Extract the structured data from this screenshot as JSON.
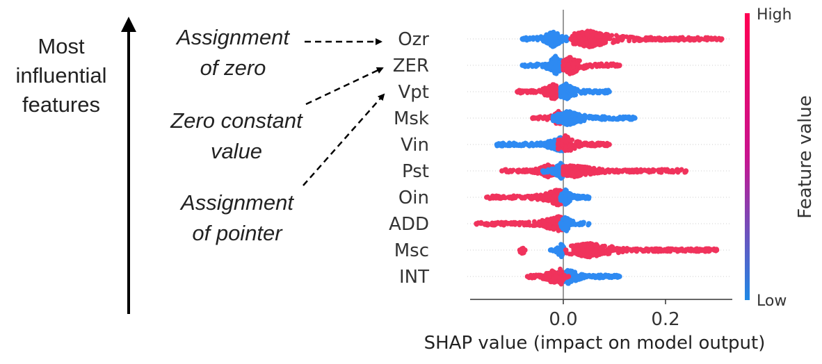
{
  "left_panel": {
    "title_line1": "Most",
    "title_line2": "influential",
    "title_line3": "features"
  },
  "annotations": {
    "a1_line1": "Assignment",
    "a1_line2": "of zero",
    "a2_line1": "Zero constant",
    "a2_line2": "value",
    "a3_line1": "Assignment",
    "a3_line2": "of pointer"
  },
  "colors": {
    "high": "#f0335c",
    "low": "#2e8af2",
    "axis": "#333333",
    "zero_line": "#999999"
  },
  "chart_data": {
    "type": "scatter",
    "subtype": "beeswarm",
    "xlabel": "SHAP value (impact on model output)",
    "x_ticks": [
      0.0,
      0.2
    ],
    "x_tick_labels": [
      "0.0",
      "0.2"
    ],
    "xlim": [
      -0.18,
      0.33
    ],
    "colorbar": {
      "title": "Feature value",
      "high_label": "High",
      "low_label": "Low"
    },
    "features": [
      {
        "name": "Ozr",
        "segments": [
          {
            "color": "low",
            "from": -0.08,
            "to": 0.01,
            "peak": -0.02,
            "width": 0.6
          },
          {
            "color": "high",
            "from": 0.015,
            "to": 0.31,
            "peak": 0.05,
            "width": 0.6
          }
        ]
      },
      {
        "name": "ZER",
        "segments": [
          {
            "color": "low",
            "from": -0.08,
            "to": 0.0,
            "peak": -0.015,
            "width": 0.7
          },
          {
            "color": "high",
            "from": 0.0,
            "to": 0.11,
            "peak": 0.015,
            "width": 0.7
          }
        ]
      },
      {
        "name": "Vpt",
        "segments": [
          {
            "color": "high",
            "from": -0.09,
            "to": 0.0,
            "peak": -0.02,
            "width": 0.6
          },
          {
            "color": "low",
            "from": -0.005,
            "to": 0.09,
            "peak": 0.005,
            "width": 0.6
          }
        ]
      },
      {
        "name": "Msk",
        "segments": [
          {
            "color": "high",
            "from": -0.06,
            "to": 0.01,
            "peak": -0.01,
            "width": 0.5
          },
          {
            "color": "low",
            "from": -0.02,
            "to": 0.14,
            "peak": 0.01,
            "width": 0.5
          }
        ]
      },
      {
        "name": "Vin",
        "segments": [
          {
            "color": "low",
            "from": -0.13,
            "to": 0.0,
            "peak": -0.005,
            "width": 0.5
          },
          {
            "color": "high",
            "from": -0.01,
            "to": 0.09,
            "peak": 0.005,
            "width": 0.7
          }
        ]
      },
      {
        "name": "Pst",
        "segments": [
          {
            "color": "high",
            "from": -0.12,
            "to": 0.0,
            "peak": -0.03,
            "width": 0.4
          },
          {
            "color": "low",
            "from": -0.04,
            "to": 0.02,
            "peak": -0.005,
            "width": 0.6
          },
          {
            "color": "high",
            "from": 0.0,
            "to": 0.24,
            "peak": 0.02,
            "width": 0.4
          }
        ]
      },
      {
        "name": "Oin",
        "segments": [
          {
            "color": "high",
            "from": -0.15,
            "to": 0.0,
            "peak": -0.01,
            "width": 0.6
          },
          {
            "color": "low",
            "from": -0.005,
            "to": 0.05,
            "peak": 0.005,
            "width": 0.6
          }
        ]
      },
      {
        "name": "ADD",
        "segments": [
          {
            "color": "high",
            "from": -0.17,
            "to": 0.0,
            "peak": -0.01,
            "width": 0.55
          },
          {
            "color": "low",
            "from": -0.005,
            "to": 0.05,
            "peak": 0.005,
            "width": 0.6
          }
        ]
      },
      {
        "name": "Msc",
        "segments": [
          {
            "color": "low",
            "from": -0.025,
            "to": 0.005,
            "peak": -0.005,
            "width": 0.6
          },
          {
            "color": "high",
            "from": 0.005,
            "to": 0.3,
            "peak": 0.05,
            "width": 0.5
          },
          {
            "color": "high",
            "from": -0.085,
            "to": -0.075,
            "peak": -0.08,
            "width": 0.3
          }
        ]
      },
      {
        "name": "INT",
        "segments": [
          {
            "color": "high",
            "from": -0.07,
            "to": 0.01,
            "peak": -0.02,
            "width": 0.5
          },
          {
            "color": "low",
            "from": -0.01,
            "to": 0.11,
            "peak": 0.01,
            "width": 0.5
          },
          {
            "color": "high",
            "from": -0.015,
            "to": 0.01,
            "peak": -0.005,
            "width": 0.7
          }
        ]
      }
    ]
  }
}
